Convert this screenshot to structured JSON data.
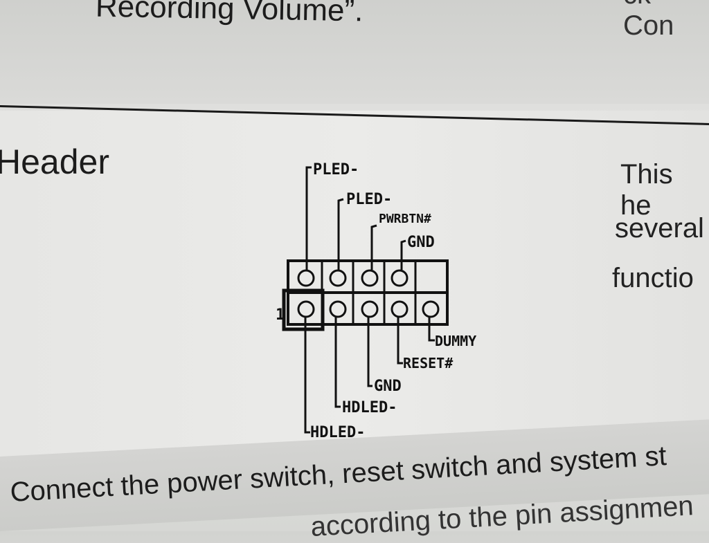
{
  "top": {
    "line": "Recording Volume”.",
    "partial_right": "ck Con"
  },
  "section": {
    "heading": "Header",
    "right_lines": [
      "This he",
      "several",
      "functio"
    ],
    "body_lines": [
      "Connect the power switch, reset switch and system st",
      "according to the pin assignmen"
    ]
  },
  "diagram": {
    "pin1_marker": "1",
    "top_labels": [
      "PLED-",
      "PLED-",
      "PWRBTN#",
      "GND"
    ],
    "bottom_labels": [
      "HDLED-",
      "HDLED-",
      "GND",
      "RESET#",
      "DUMMY"
    ]
  }
}
